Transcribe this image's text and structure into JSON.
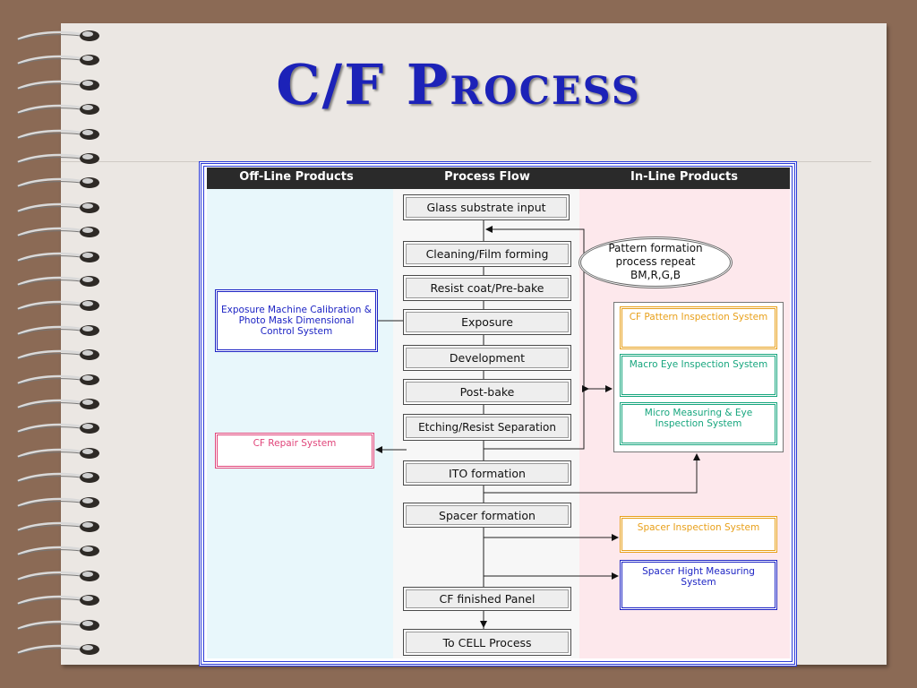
{
  "slide": {
    "title": "C/F Process"
  },
  "header": {
    "off_line": "Off-Line Products",
    "process_flow": "Process Flow",
    "in_line": "In-Line Products"
  },
  "steps": [
    "Glass substrate input",
    "Cleaning/Film forming",
    "Resist coat/Pre-bake",
    "Exposure",
    "Development",
    "Post-bake",
    "Etching/Resist Separation",
    "ITO formation",
    "Spacer formation",
    "CF finished Panel",
    "To CELL Process"
  ],
  "note": "Pattern formation\nprocess repeat\nBM,R,G,B",
  "off_line_systems": {
    "exposure_control": "Exposure Machine Calibration & Photo Mask Dimensional Control System",
    "repair": "CF Repair System"
  },
  "in_line_systems": {
    "pattern_inspection": "CF Pattern Inspection System",
    "macro_eye": "Macro Eye Inspection System",
    "micro_measuring": "Micro Measuring & Eye Inspection System",
    "spacer_inspection": "Spacer Inspection System",
    "spacer_height": "Spacer Hight Measuring System"
  },
  "colors": {
    "title": "#1c22b8",
    "frame": "#2b3ad8",
    "off_line_bg": "#e8f7fb",
    "in_line_bg": "#fde8ec",
    "navy": "#1d24c4",
    "pink": "#e0457a",
    "orange": "#e8a01a",
    "teal": "#17a67e"
  }
}
